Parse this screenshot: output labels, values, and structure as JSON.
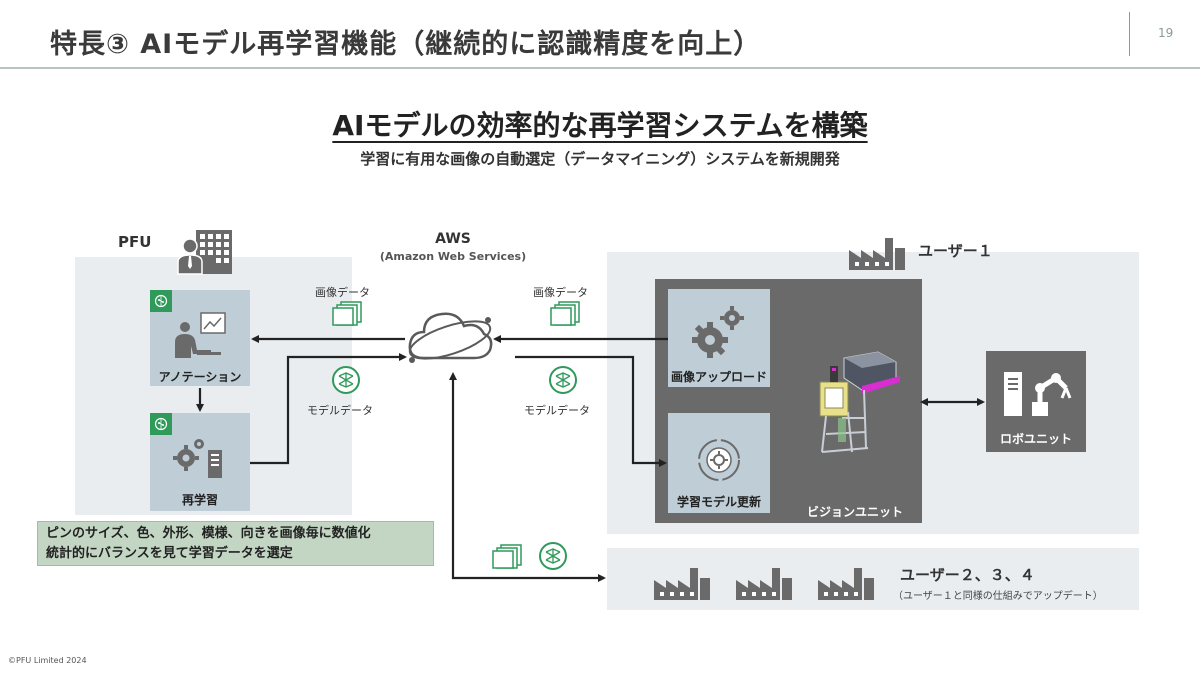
{
  "slide": {
    "title": "特長③ AIモデル再学習機能（継続的に認識精度を向上）",
    "page_number": "19",
    "headline": "AIモデルの効率的な再学習システムを構築",
    "subheadline": "学習に有用な画像の自動選定（データマイニング）システムを新規開発",
    "copyright": "©PFU Limited 2024"
  },
  "pfu": {
    "label": "PFU",
    "annotation_label": "アノテーション",
    "retrain_label": "再学習",
    "note_line1": "ピンのサイズ、色、外形、模様、向きを画像毎に数値化",
    "note_line2": "統計的にバランスを見て学習データを選定"
  },
  "aws": {
    "label": "AWS",
    "sublabel": "(Amazon Web Services)"
  },
  "flows": {
    "left_image_data": "画像データ",
    "left_model_data": "モデルデータ",
    "right_image_data": "画像データ",
    "right_model_data": "モデルデータ"
  },
  "user1": {
    "label": "ユーザー１",
    "image_upload_label": "画像アップロード",
    "model_update_label": "学習モデル更新",
    "vision_unit_label": "ビジョンユニット",
    "robot_unit_label": "ロボユニット"
  },
  "users_other": {
    "label": "ユーザー２、３、４",
    "sublabel": "（ユーザー１と同様の仕組みでアップデート）"
  },
  "colors": {
    "panel": "#e9edf0",
    "box": "#bfcdd6",
    "dark": "#6a6a6a",
    "accent_green": "#2f9a5a",
    "note_bg": "#c3d6c4"
  }
}
